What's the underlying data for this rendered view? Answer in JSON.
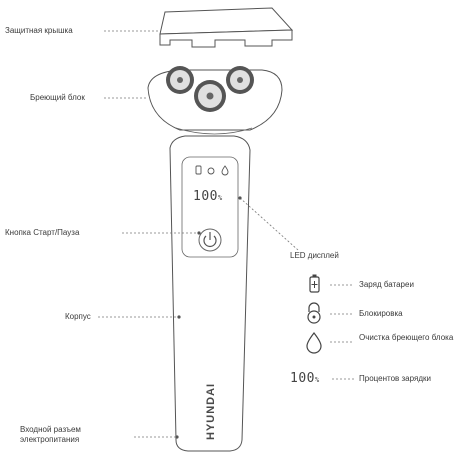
{
  "labels": {
    "cover": "Защитная крышка",
    "shaving_unit": "Бреющий блок",
    "start_button": "Кнопка Старт/Пауза",
    "led_display": "LED дисплей",
    "body": "Корпус",
    "power_port": "Входной разъем электропитания"
  },
  "device": {
    "brand": "HYUNDAI",
    "display_value": "100",
    "display_unit": "%"
  },
  "legend": [
    {
      "icon": "battery-icon",
      "label": "Заряд батареи"
    },
    {
      "icon": "lock-icon",
      "label": "Блокировка"
    },
    {
      "icon": "water-drop-icon",
      "label": "Очистка бреющего блока"
    },
    {
      "icon": "percent-readout-icon",
      "label": "Процентов зарядки",
      "readout": "100",
      "unit": "%"
    }
  ],
  "colors": {
    "outline": "#555555",
    "head_dark": "#555555",
    "text": "#3a3a3a"
  }
}
